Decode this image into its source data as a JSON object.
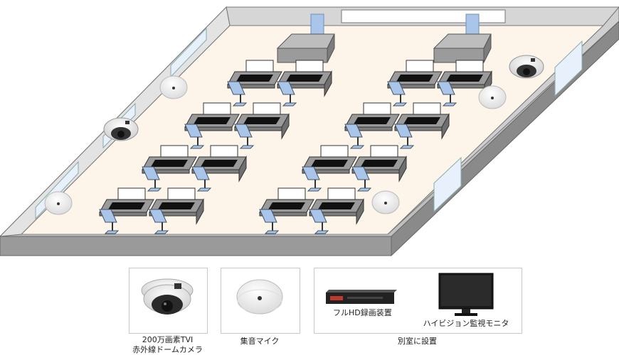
{
  "legend": {
    "camera_label_line1": "200万画素TVI",
    "camera_label_line2": "赤外線ドームカメラ",
    "mic_label": "集音マイク",
    "remote_label": "別室に設置",
    "recorder_label": "フルHD録画装置",
    "monitor_label": "ハイビジョン監視モニタ"
  },
  "colors": {
    "floor": "#fdf4ea",
    "wall_top": "#bfbfbf",
    "wall_side": "#8f8f8f",
    "desk_top": "#9a9a9a",
    "chair": "#a9c6ea",
    "screen": "#ffffff",
    "duct": "#a9c6ea"
  },
  "icons": {
    "camera": "dome-camera-icon",
    "microphone": "ceiling-mic-icon",
    "recorder": "video-recorder-icon",
    "monitor": "lcd-monitor-icon"
  }
}
